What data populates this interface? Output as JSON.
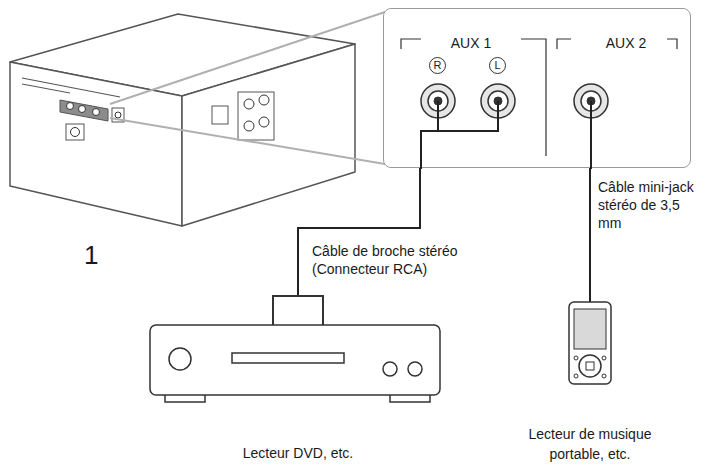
{
  "diagram": {
    "nodes": [
      {
        "text": [
          "AUX 1",
          "AUX 2"
        ]
      },
      {
        "text": [
          "Lecteur DVD, etc."
        ]
      },
      {
        "text": [
          "Lecteur de musique portable, etc."
        ]
      }
    ],
    "edges": [
      {
        "from": 1,
        "to": 0,
        "arrow": "none",
        "label": "Câble de broche stéréo (Connecteur RCA)"
      },
      {
        "from": 2,
        "to": 0,
        "arrow": "none",
        "label": "Câble mini-jack stéréo de 3,5 mm"
      }
    ],
    "labels": [
      "1",
      "R",
      "L"
    ]
  }
}
